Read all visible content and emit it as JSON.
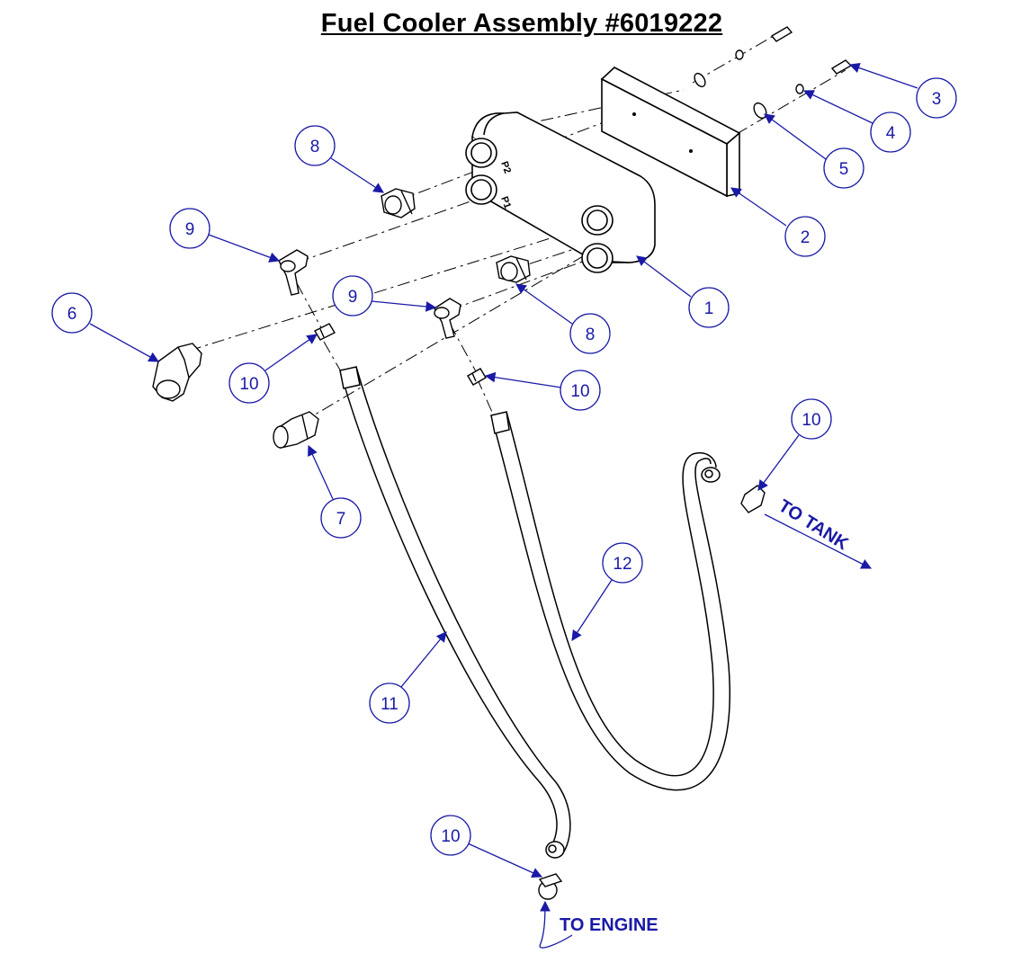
{
  "title": "Fuel Cooler Assembly #6019222",
  "accent_color": "#1a1aa6",
  "line_color": "#000000",
  "callouts": [
    {
      "id": "callout-1",
      "label": "1"
    },
    {
      "id": "callout-2",
      "label": "2"
    },
    {
      "id": "callout-3",
      "label": "3"
    },
    {
      "id": "callout-4",
      "label": "4"
    },
    {
      "id": "callout-5",
      "label": "5"
    },
    {
      "id": "callout-6",
      "label": "6"
    },
    {
      "id": "callout-7",
      "label": "7"
    },
    {
      "id": "callout-8a",
      "label": "8"
    },
    {
      "id": "callout-8b",
      "label": "8"
    },
    {
      "id": "callout-9a",
      "label": "9"
    },
    {
      "id": "callout-9b",
      "label": "9"
    },
    {
      "id": "callout-10a",
      "label": "10"
    },
    {
      "id": "callout-10b",
      "label": "10"
    },
    {
      "id": "callout-10c",
      "label": "10"
    },
    {
      "id": "callout-10d",
      "label": "10"
    },
    {
      "id": "callout-11",
      "label": "11"
    },
    {
      "id": "callout-12",
      "label": "12"
    }
  ],
  "port_labels": {
    "p2": "P2",
    "p1": "P1"
  },
  "notes": {
    "to_tank": "TO TANK",
    "to_engine": "TO ENGINE"
  }
}
